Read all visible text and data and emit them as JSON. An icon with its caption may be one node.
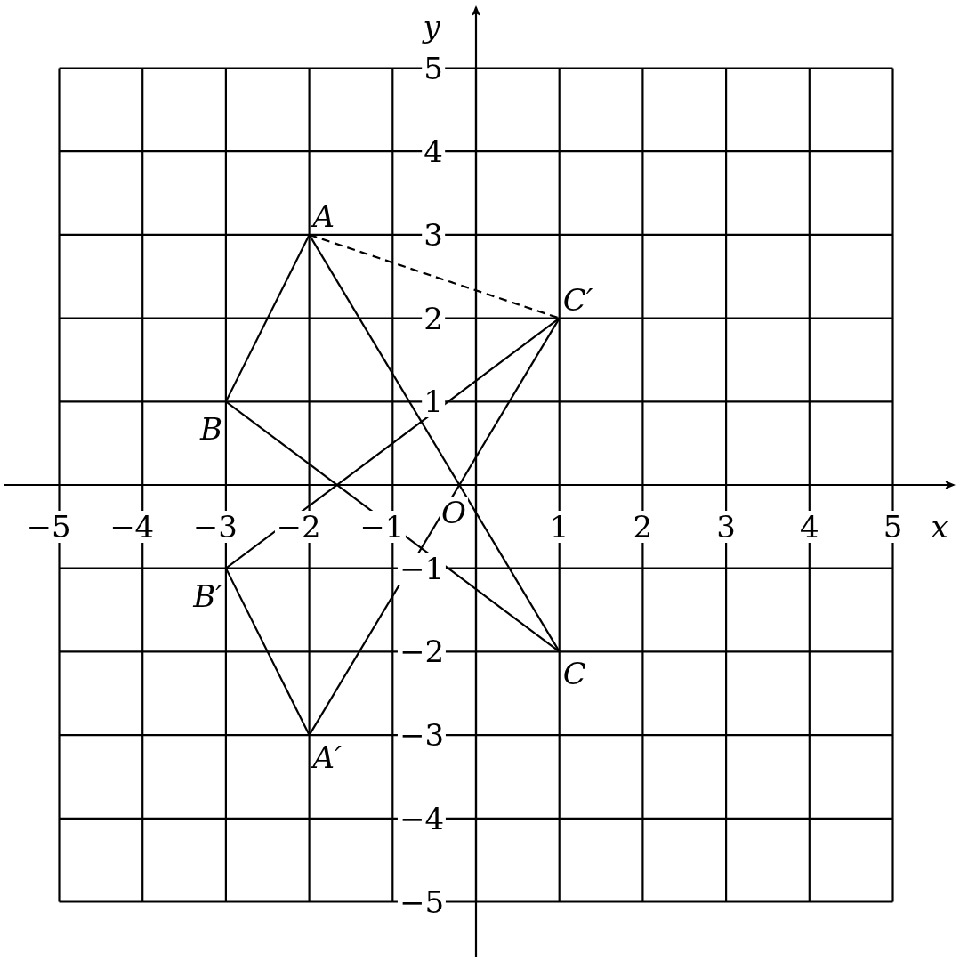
{
  "diagram": {
    "nodes": [
      {
        "text": [
          "A"
        ]
      },
      {
        "text": [
          "C′"
        ]
      },
      {
        "text": [
          "B"
        ]
      },
      {
        "text": [
          "B′"
        ]
      },
      {
        "text": [
          "C"
        ]
      },
      {
        "text": [
          "A′"
        ]
      }
    ],
    "edges": [
      {
        "from": 0,
        "to": 2,
        "arrow": "none"
      },
      {
        "from": 0,
        "to": 4,
        "arrow": "none"
      },
      {
        "from": 2,
        "to": 4,
        "arrow": "none"
      },
      {
        "from": 0,
        "to": 1,
        "arrow": "none",
        "style": "dashed"
      },
      {
        "from": 1,
        "to": 3,
        "arrow": "none"
      },
      {
        "from": 1,
        "to": 5,
        "arrow": "none"
      },
      {
        "from": 3,
        "to": 5,
        "arrow": "none"
      }
    ],
    "labels": [
      "y",
      "5",
      "4",
      "3",
      "2",
      "1",
      "−5",
      "−4",
      "−3",
      "−2",
      "−1",
      "O",
      "1",
      "2",
      "3",
      "4",
      "5",
      "x",
      "−1",
      "−2",
      "−3",
      "−4",
      "−5"
    ]
  }
}
